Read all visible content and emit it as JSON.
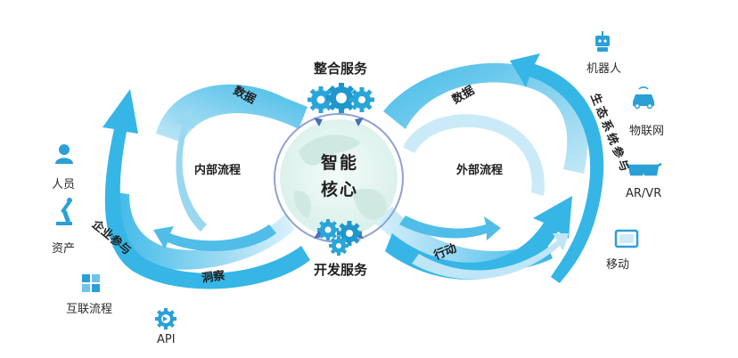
{
  "core": {
    "line1": "智能",
    "line2": "核心"
  },
  "top_service": "整合服务",
  "bottom_service": "开发服务",
  "internal_process": "内部流程",
  "external_process": "外部流程",
  "left_data": "数据",
  "left_insight": "洞察",
  "left_enterprise": "企业参与",
  "right_data": "数据",
  "right_action": "行动",
  "right_ecosystem": "生态系统参与",
  "left_items": [
    "人员",
    "资产",
    "互联流程",
    "API"
  ],
  "right_items": [
    "机器人",
    "物联网",
    "AR/VR",
    "移动"
  ],
  "colors": {
    "arrow_main": "#35b6e6",
    "arrow_light": "#c5e9f7",
    "gear": "#2aa5d8",
    "core_ring": "#8fa2cf",
    "globe": "#e6f4f1",
    "icon": "#2aa0d6"
  },
  "icons": {
    "left": [
      "person-icon",
      "robot-arm-icon",
      "puzzle-icon",
      "api-gear-icon"
    ],
    "right": [
      "robot-icon",
      "car-icon",
      "ar-glasses-icon",
      "tablet-icon"
    ]
  }
}
